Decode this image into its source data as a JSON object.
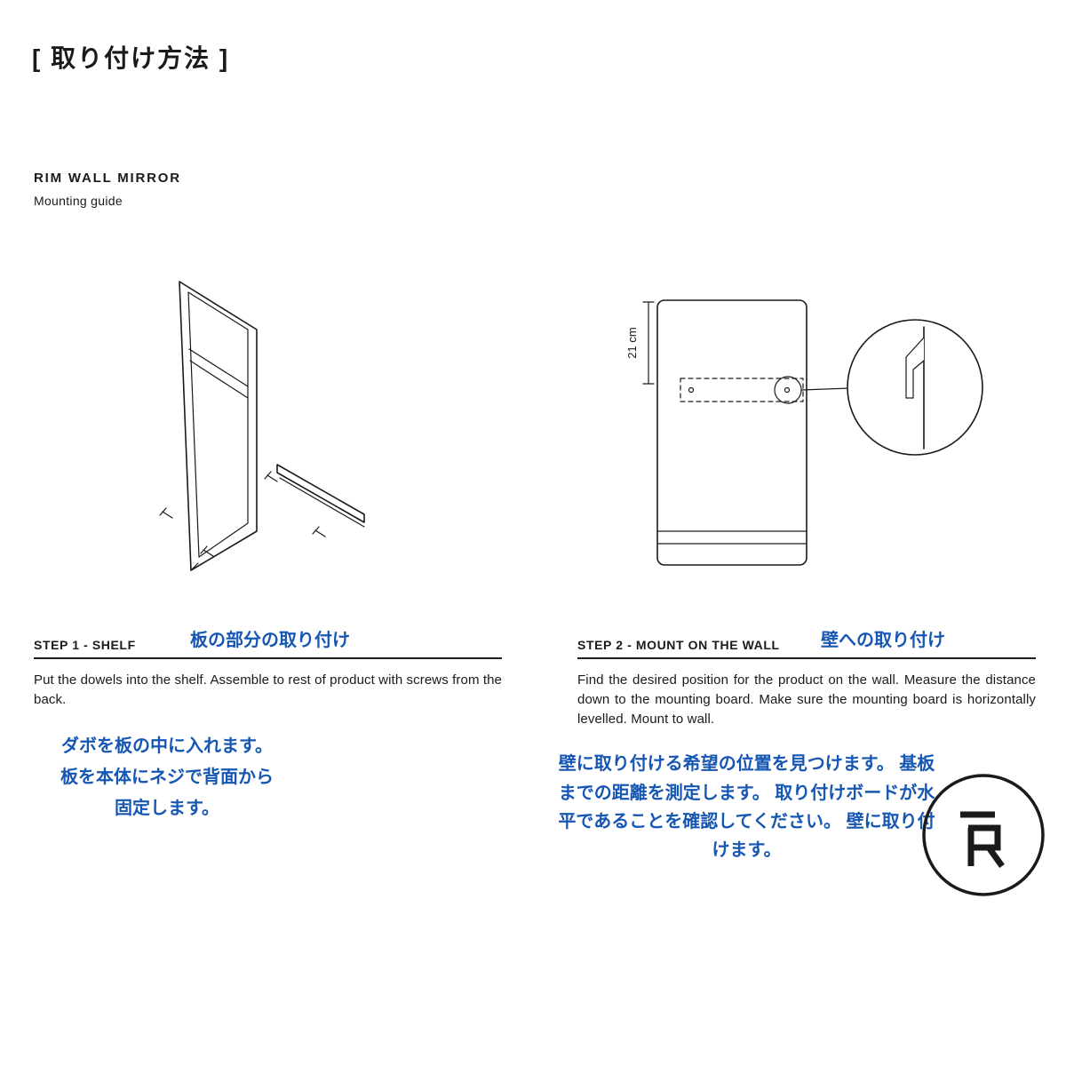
{
  "page": {
    "title": "[ 取り付け方法 ]"
  },
  "header": {
    "product_name": "RIM WALL MIRROR",
    "subtitle": "Mounting guide"
  },
  "figure_shelf": {
    "name": "shelf-assembly-isometric-diagram"
  },
  "figure_wall": {
    "name": "wall-mount-front-view-diagram",
    "dimension_label": "21 cm"
  },
  "step1": {
    "heading_en": "STEP 1 - SHELF",
    "heading_ja": "板の部分の取り付け",
    "body_en": "Put the dowels into the shelf. Assemble to rest of product with screws from the back.",
    "body_ja_lines": [
      "ダボを板の中に入れます。",
      "板を本体にネジで背面から",
      "固定します。"
    ]
  },
  "step2": {
    "heading_en": "STEP 2 - MOUNT ON THE WALL",
    "heading_ja": "壁への取り付け",
    "body_en": "Find the desired position for the product on the wall. Measure the distance down to the mounting board. Make sure the mounting board is horizontally levelled. Mount to wall.",
    "body_ja_lines": [
      "壁に取り付ける希望の位置を見つけます。 基板",
      "までの距離を測定します。 取り付けボードが水",
      "平であることを確認してください。 壁に取り付",
      "けます。"
    ]
  },
  "logo": {
    "monogram": "FR"
  },
  "colors": {
    "accent_blue": "#1757b4",
    "ink": "#1a1a1a"
  }
}
